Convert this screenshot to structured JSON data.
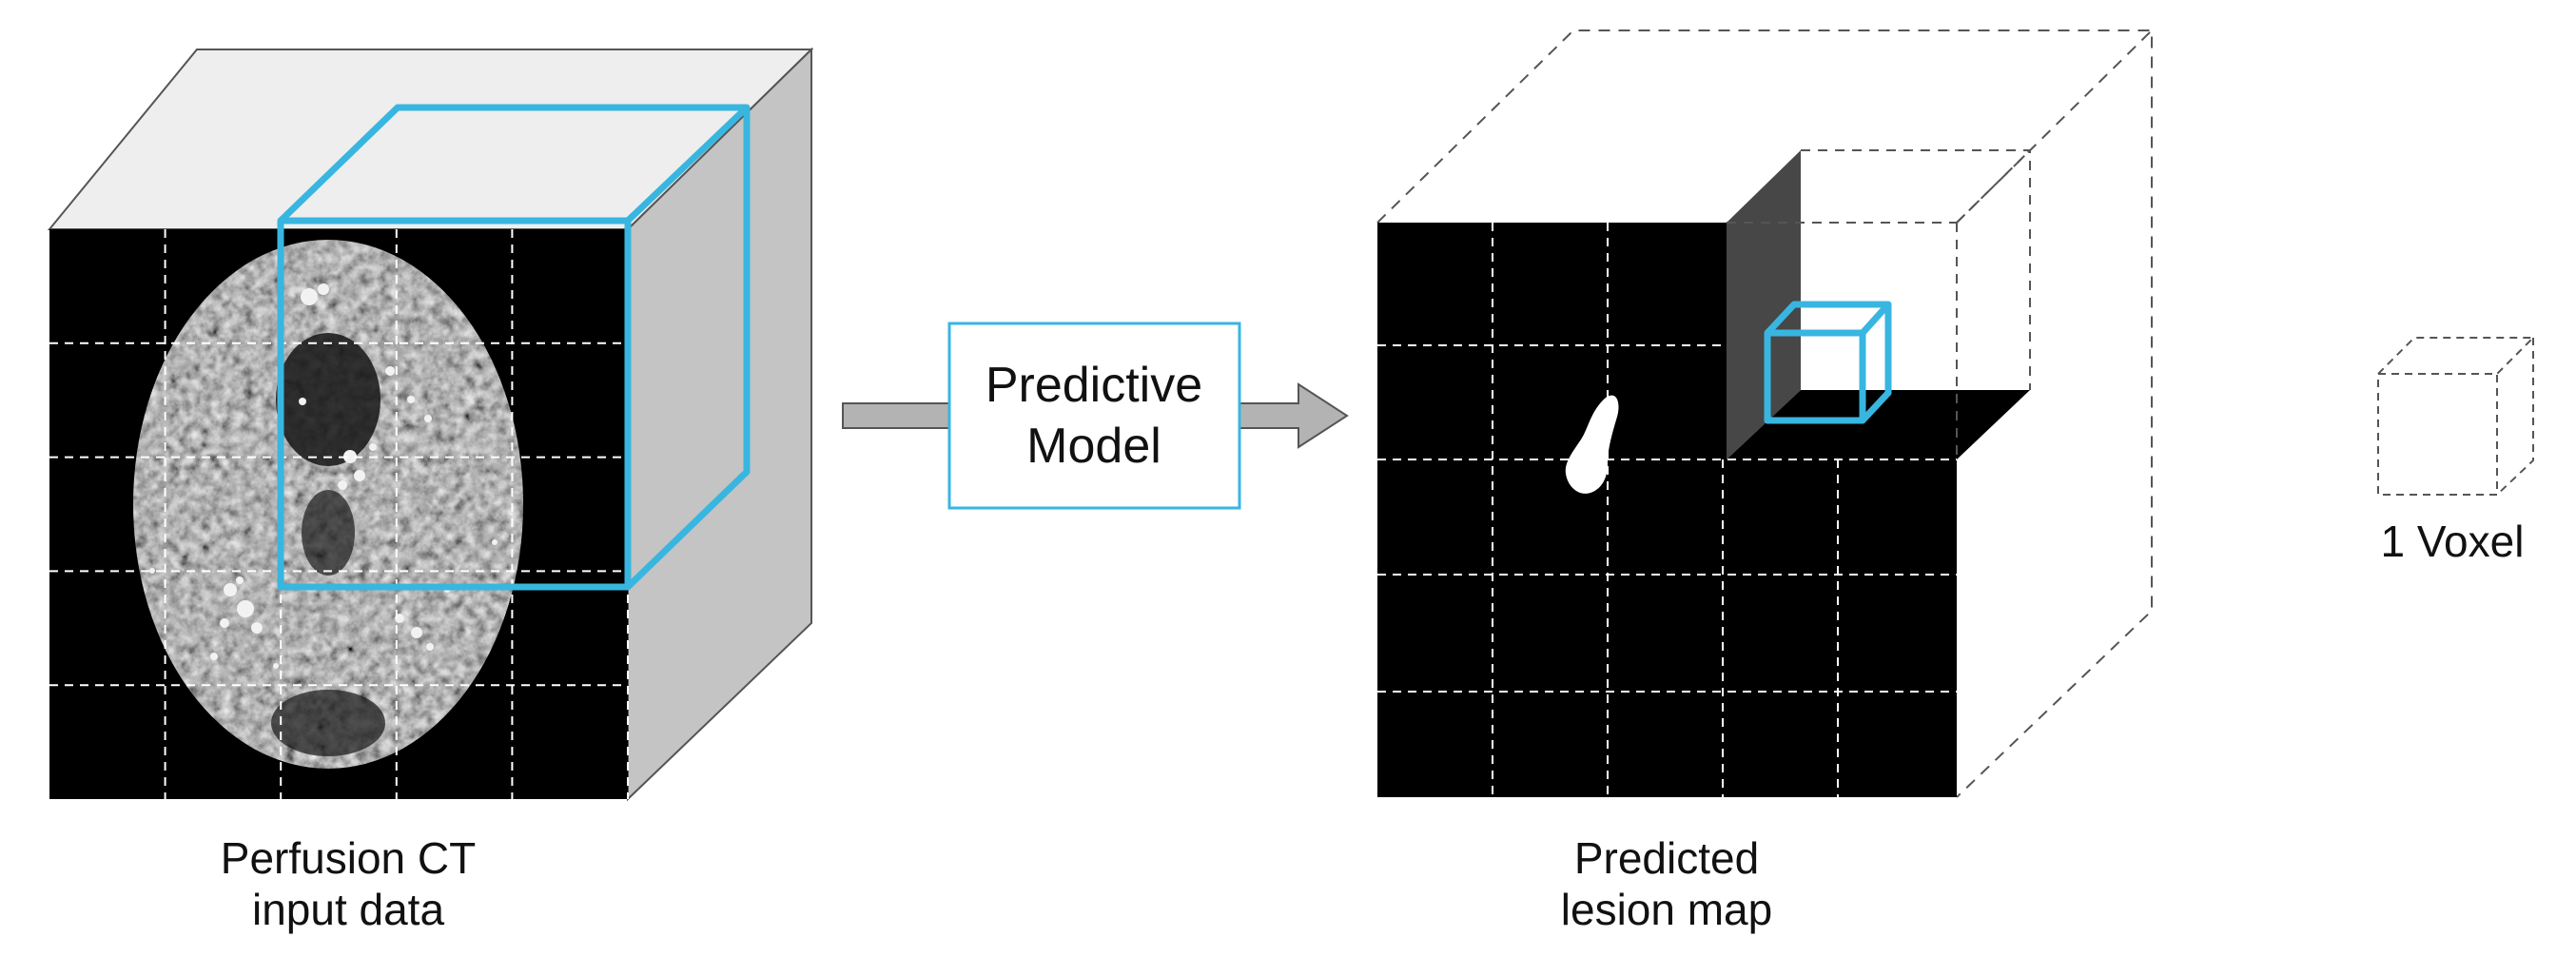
{
  "input_block": {
    "caption_line1": "Perfusion CT",
    "caption_line2": "input data"
  },
  "model_box": {
    "label_line1": "Predictive",
    "label_line2": "Model"
  },
  "output_block": {
    "caption_line1": "Predicted",
    "caption_line2": "lesion map"
  },
  "voxel_legend": {
    "label": "1 Voxel"
  },
  "colors": {
    "accent": "#38b6e0",
    "slice_background": "#000000",
    "grid_lines": "#ffffff",
    "outline_dashed": "#555555",
    "cube_top_face": "#eeeeee",
    "cube_side_face": "#c4c4c4",
    "arrow_fill": "#b3b3b3",
    "shaded_plane": "#474747"
  }
}
